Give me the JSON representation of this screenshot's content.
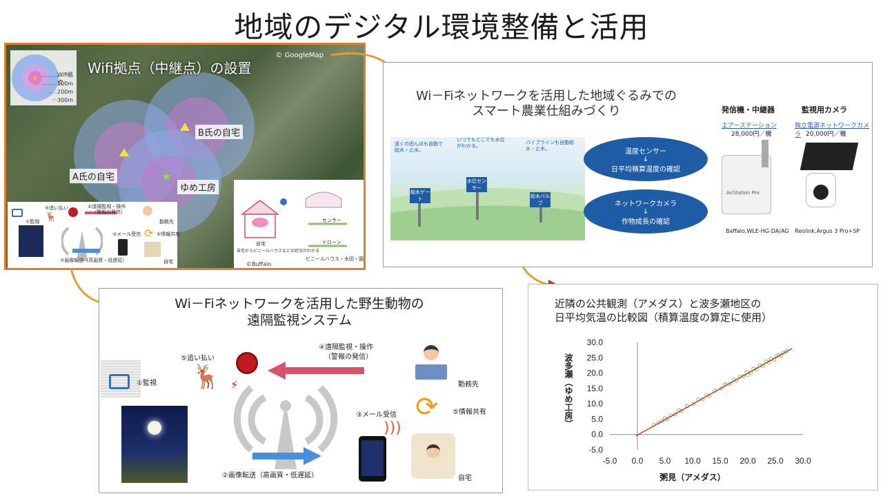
{
  "page": {
    "title": "地域のデジタル環境整備と活用"
  },
  "map": {
    "credit": "© GoogleMap",
    "title": "Wifi拠点（中継点）の設置",
    "legend": {
      "label": "Wifi拠点",
      "r100": "100m",
      "r200": "200m",
      "r300": "300m"
    },
    "places": {
      "b": "B氏の自宅",
      "a": "A氏の自宅",
      "yume": "ゆめ工房"
    },
    "inset_left": {
      "chase": "⑤追い払い",
      "remote": "④遠隔監視・操作",
      "alarm": "（警報の発信）",
      "office": "勤務先",
      "monitor": "①監視",
      "mail": "③メール受信",
      "share": "⑤情報共有",
      "transfer": "②画像転送（高画質・低遅延）",
      "home": "自宅"
    },
    "inset_right": {
      "home": "自宅",
      "home_note": "自宅からビニールハウスなどの状況がわかる",
      "sensor": "センサー",
      "drone": "ドローン",
      "places": "ビニールハウス・水田・園場",
      "credit": "©Buffalo"
    }
  },
  "farm": {
    "title_line1": "Wi－Fiネットワークを活用した地域ぐるみでの",
    "title_line2": "スマート農業仕組みづくり",
    "bubble1": {
      "line1": "温度センサー",
      "arrow": "↓",
      "line2": "日平均積算温度の確認"
    },
    "bubble2": {
      "line1": "ネットワークカメラ",
      "arrow": "↓",
      "line2": "作物成長の確認"
    },
    "art_labels": {
      "gate": "給水ゲート",
      "sensor": "水位センサー",
      "valve": "給水バルブ",
      "v1": "遠くの田んぼも自動で給水・止水。",
      "v2": "いつでもどこでも水位がわかる。",
      "v3": "パイプラインも自動給水・止水。"
    },
    "transmitter": {
      "heading": "発信機・中継器",
      "link": "エアーステーション",
      "price": "28,000円／機",
      "model": "Baffalo,WLE-HG-DA/AG",
      "brand": "AirStation Pro"
    },
    "camera": {
      "heading": "監視用カメラ",
      "link": "独立電源ネットワークカメラ",
      "price": "20,000円／機",
      "model": "Reolink,Argus 3 Pro+SP"
    }
  },
  "wildlife": {
    "title_line1": "Wi－Fiネットワークを活用した野生動物の",
    "title_line2": "遠隔監視システム",
    "chase": "⑤追い払い",
    "remote": "④遠隔監視・操作",
    "alarm": "（警報の発信）",
    "office": "勤務先",
    "monitor": "①監視",
    "mail": "③メール受信",
    "share": "⑤情報共有",
    "transfer": "②画像転送（高画質・低遅延）",
    "home": "自宅"
  },
  "chart_data": {
    "type": "scatter",
    "title_line1": "近隣の公共観測（アメダス）と波多瀬地区の",
    "title_line2": "日平均気温の比較図（積算温度の算定に使用）",
    "xlabel": "粥見（アメダス）",
    "ylabel": "波多瀬（ゆめ工房）",
    "xlim": [
      -5,
      30
    ],
    "ylim": [
      -5,
      30
    ],
    "xticks": [
      "-5.0",
      "0.0",
      "5.0",
      "10.0",
      "15.0",
      "20.0",
      "25.0",
      "30.0"
    ],
    "yticks": [
      "-5.0",
      "0.0",
      "5.0",
      "10.0",
      "15.0",
      "20.0",
      "25.0",
      "30.0"
    ],
    "points": [
      [
        3.0,
        3.2
      ],
      [
        3.8,
        3.9
      ],
      [
        4.5,
        4.4
      ],
      [
        5.0,
        5.3
      ],
      [
        5.4,
        5.0
      ],
      [
        6.0,
        6.2
      ],
      [
        6.8,
        6.6
      ],
      [
        7.5,
        7.9
      ],
      [
        8.0,
        7.7
      ],
      [
        9.0,
        9.3
      ],
      [
        10.2,
        10.0
      ],
      [
        11.0,
        11.4
      ],
      [
        11.8,
        11.5
      ],
      [
        12.5,
        12.9
      ],
      [
        13.0,
        12.6
      ],
      [
        14.0,
        14.3
      ],
      [
        15.2,
        15.0
      ],
      [
        16.0,
        16.4
      ],
      [
        16.8,
        16.5
      ],
      [
        17.5,
        17.9
      ],
      [
        18.0,
        17.6
      ],
      [
        18.6,
        18.9
      ],
      [
        19.2,
        19.0
      ],
      [
        19.8,
        20.3
      ],
      [
        20.5,
        20.2
      ],
      [
        21.0,
        21.4
      ],
      [
        21.6,
        21.2
      ],
      [
        22.2,
        22.5
      ],
      [
        22.8,
        22.4
      ],
      [
        23.3,
        23.8
      ],
      [
        23.8,
        23.5
      ],
      [
        24.2,
        24.6
      ],
      [
        24.8,
        24.4
      ],
      [
        25.2,
        25.5
      ],
      [
        25.6,
        25.9
      ],
      [
        26.0,
        25.7
      ],
      [
        26.4,
        26.6
      ],
      [
        27.0,
        27.1
      ],
      [
        20.0,
        19.4
      ],
      [
        15.8,
        16.2
      ]
    ],
    "trendline": [
      [
        -0.3,
        -0.5
      ],
      [
        28.0,
        28.0
      ]
    ],
    "grid": false
  }
}
